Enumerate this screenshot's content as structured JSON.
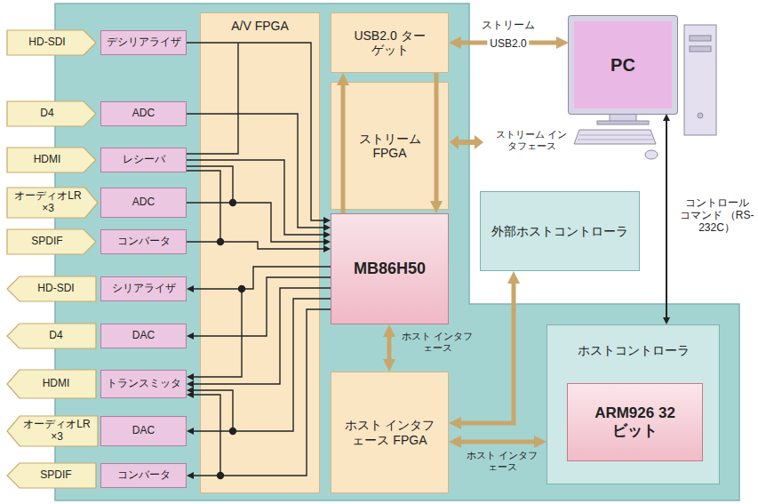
{
  "diagram": {
    "nodes": [
      {
        "text": [
          "HD-SDI"
        ]
      },
      {
        "text": [
          "デシリアライザ"
        ]
      },
      {
        "text": [
          "D4"
        ]
      },
      {
        "text": [
          "ADC"
        ]
      },
      {
        "text": [
          "HDMI"
        ]
      },
      {
        "text": [
          "レシーバ"
        ]
      },
      {
        "text": [
          "オーディオLR ×3"
        ]
      },
      {
        "text": [
          "ADC"
        ]
      },
      {
        "text": [
          "SPDIF"
        ]
      },
      {
        "text": [
          "コンバータ"
        ]
      },
      {
        "text": [
          "HD-SDI"
        ]
      },
      {
        "text": [
          "シリアライザ"
        ]
      },
      {
        "text": [
          "D4"
        ]
      },
      {
        "text": [
          "DAC"
        ]
      },
      {
        "text": [
          "HDMI"
        ]
      },
      {
        "text": [
          "トランスミッタ"
        ]
      },
      {
        "text": [
          "オーディオLR ×3"
        ]
      },
      {
        "text": [
          "DAC"
        ]
      },
      {
        "text": [
          "SPDIF"
        ]
      },
      {
        "text": [
          "コンバータ"
        ]
      },
      {
        "text": [
          "A/V FPGA"
        ]
      },
      {
        "text": [
          "USB2.0 ターゲット"
        ]
      },
      {
        "text": [
          "ストリーム FPGA"
        ]
      },
      {
        "text": [
          "MB86H50"
        ]
      },
      {
        "text": [
          "ホスト インタフェース FPGA"
        ]
      },
      {
        "text": [
          "PC"
        ]
      },
      {
        "text": [
          "外部ホストコントローラ"
        ]
      },
      {
        "text": [
          "ホストコントローラ"
        ]
      },
      {
        "text": [
          "ARM926 32ビット"
        ],
        "in": 27
      }
    ],
    "edges": [
      {
        "from": 1,
        "to": 23,
        "arrow": "to"
      },
      {
        "from": 3,
        "to": 23,
        "arrow": "to"
      },
      {
        "from": 5,
        "to": 23,
        "arrow": "to"
      },
      {
        "from": 7,
        "to": 23,
        "arrow": "to"
      },
      {
        "from": 9,
        "to": 23,
        "arrow": "to"
      },
      {
        "from": 23,
        "to": 11,
        "arrow": "to"
      },
      {
        "from": 23,
        "to": 13,
        "arrow": "to"
      },
      {
        "from": 23,
        "to": 15,
        "arrow": "to"
      },
      {
        "from": 23,
        "to": 17,
        "arrow": "to"
      },
      {
        "from": 23,
        "to": 19,
        "arrow": "to"
      },
      {
        "from": 23,
        "to": 21,
        "arrow": "to"
      },
      {
        "from": 21,
        "to": 23,
        "arrow": "to"
      },
      {
        "from": 21,
        "to": 25,
        "arrow": "both",
        "label": "USB2.0"
      },
      {
        "from": 23,
        "to": 24,
        "arrow": "both",
        "label": "ホスト インタフェース"
      },
      {
        "from": 24,
        "to": 27,
        "arrow": "both",
        "label": "ホスト インタフェース"
      },
      {
        "from": 26,
        "to": 24,
        "arrow": "both"
      },
      {
        "from": 25,
        "to": 27,
        "arrow": "both",
        "label": "コントロール コマンド （RS-232C）"
      }
    ],
    "labels": [
      "ストリーム",
      "ストリーム インタフェース"
    ]
  }
}
